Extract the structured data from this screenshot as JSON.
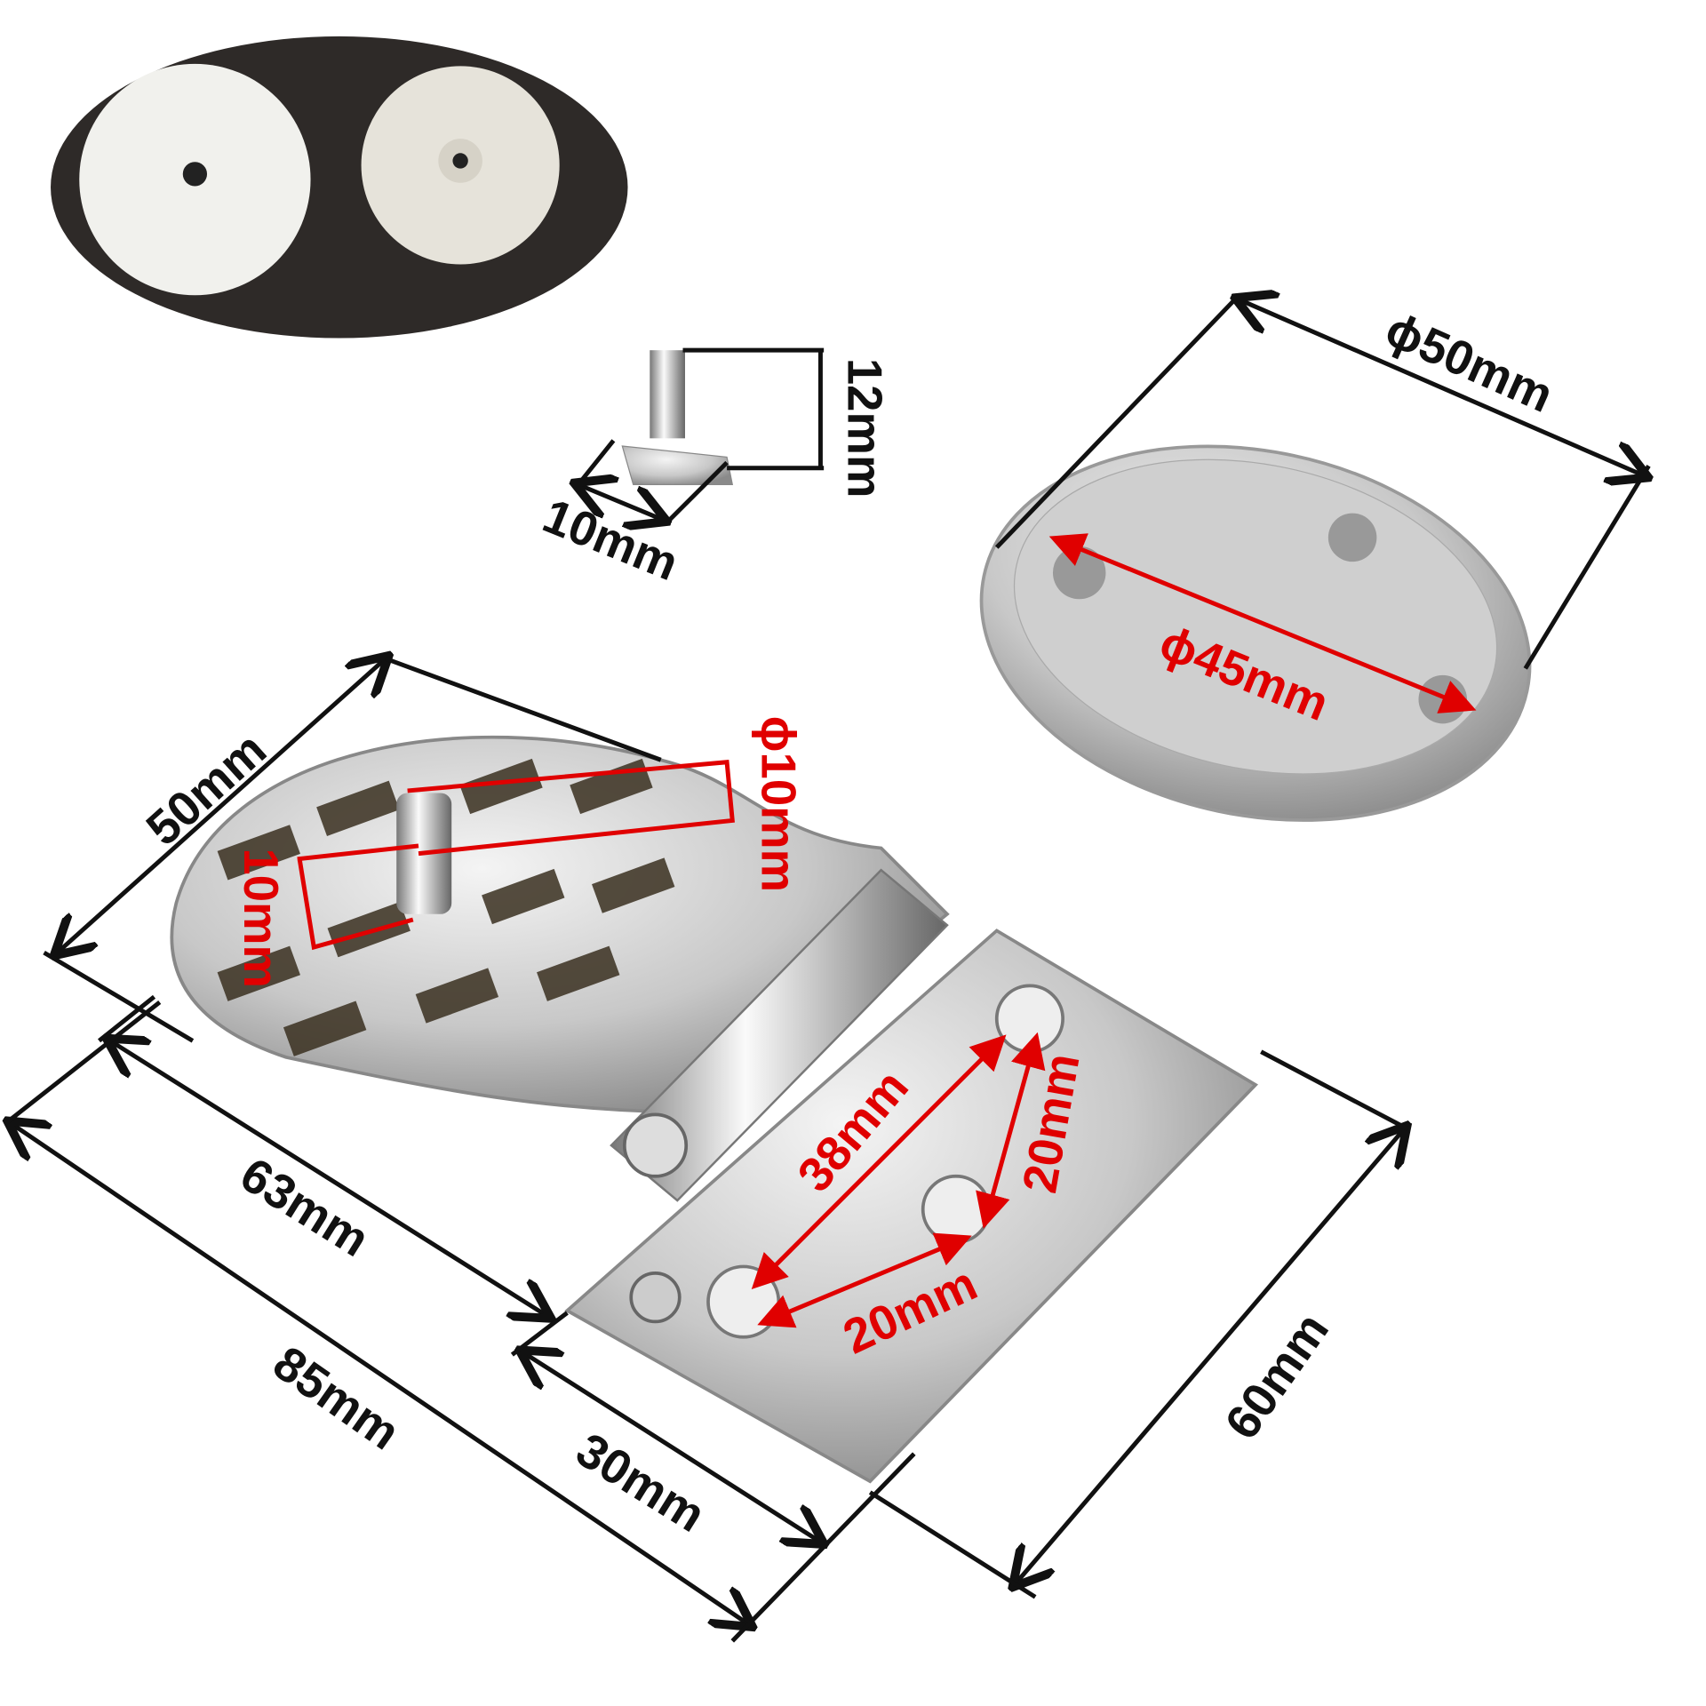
{
  "labels": {
    "cap_outer": "ϕ50mm",
    "cap_inner": "ϕ45mm",
    "screw_length": "12mm",
    "screw_head": "10mm",
    "plate_width": "50mm",
    "nut_diameter": "ϕ10mm",
    "nut_height": "10mm",
    "hole_diagonal": "38mm",
    "hole_spacing_a": "20mm",
    "hole_spacing_b": "20mm",
    "hinge_length": "63mm",
    "total_length": "85mm",
    "base_depth": "30mm",
    "base_width": "60mm"
  },
  "colors": {
    "annotation": "#e00000",
    "dimension": "#111111",
    "backdrop": "#2e2a28"
  }
}
